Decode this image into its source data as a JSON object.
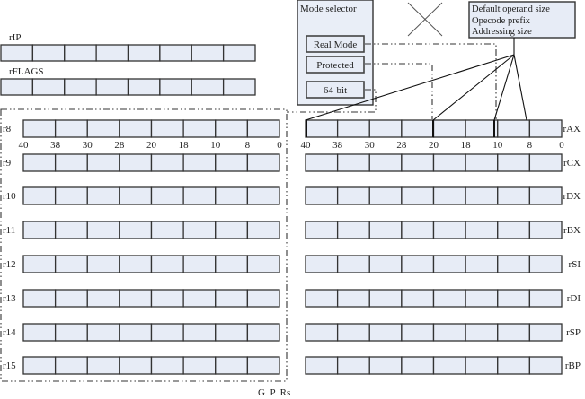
{
  "special_registers": [
    {
      "name": "rIP",
      "cells": 8
    },
    {
      "name": "rFLAGS",
      "cells": 8
    }
  ],
  "gpr_left": [
    "r8",
    "r9",
    "r10",
    "r11",
    "r12",
    "r13",
    "r14",
    "r15"
  ],
  "gpr_right": [
    "rAX",
    "rCX",
    "rDX",
    "rBX",
    "rSI",
    "rDI",
    "rSP",
    "rBP"
  ],
  "cells_per_register": 8,
  "bit_ticks": [
    "40",
    "38",
    "30",
    "28",
    "20",
    "18",
    "10",
    "8",
    "0"
  ],
  "mode_selector": {
    "title": "Mode selector",
    "modes": [
      "Real Mode",
      "Protected",
      "64-bit"
    ]
  },
  "info_box": {
    "lines": [
      "Default operand size",
      "Opecode prefix",
      "Addressing size"
    ]
  },
  "gpr_caption": "G  P  Rs",
  "colors": {
    "cell_fill": "#e7ecf6",
    "box_fill": "#e9eef7",
    "stroke": "#333333"
  }
}
